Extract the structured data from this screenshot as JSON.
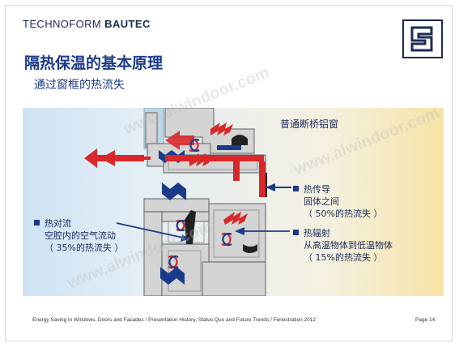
{
  "header": {
    "brand_regular": "TECHNOFORM ",
    "brand_bold": "BAUTEC",
    "title": "隔热保温的基本原理",
    "subtitle": "通过窗框的热流失"
  },
  "diagram": {
    "window_type": "普通断桥铝窗",
    "convection": {
      "title": "热对流",
      "line1": "空腔内的空气流动",
      "line2": "（ 35%的热流失 ）"
    },
    "conduction": {
      "title": "热传导",
      "line1": "固体之间",
      "line2": "（ 50%的热流失 ）"
    },
    "radiation": {
      "title": "热辐射",
      "line1": "从高温物体到低温物体",
      "line2": "（ 15%的热流失 ）"
    },
    "colors": {
      "conduction_red": "#d8282a",
      "arrow_blue": "#1c3a8a",
      "profile_gray": "#cfcfcf"
    }
  },
  "footer": {
    "text": "Energy Saving in Windows, Doors and Facades  / Presentation History, Status Quo and Future Trends / Fenestration 2012",
    "page": "Page 14"
  },
  "watermark": "www.alwindoor.com"
}
